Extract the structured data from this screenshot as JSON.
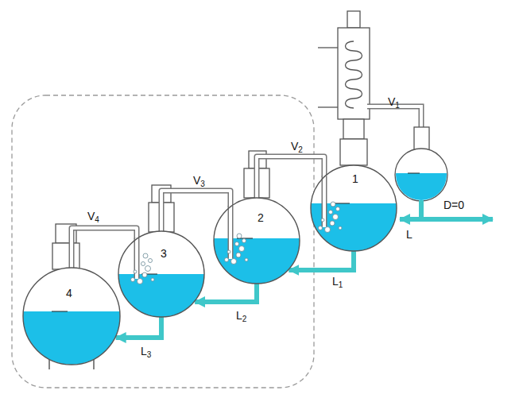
{
  "diagram": {
    "nodes": [
      {
        "text": [
          "1"
        ]
      },
      {
        "text": [
          "2"
        ]
      },
      {
        "text": [
          "3"
        ]
      },
      {
        "text": [
          "4"
        ]
      }
    ],
    "edges": [
      {
        "from": 1,
        "to": 0,
        "label": "V2",
        "arrow": "none"
      },
      {
        "from": 2,
        "to": 1,
        "label": "V3",
        "arrow": "none"
      },
      {
        "from": 3,
        "to": 2,
        "label": "V4",
        "arrow": "none"
      },
      {
        "from": 0,
        "to": 1,
        "label": "L1",
        "arrow": "to"
      },
      {
        "from": 1,
        "to": 2,
        "label": "L2",
        "arrow": "to"
      },
      {
        "from": 2,
        "to": 3,
        "label": "L3",
        "arrow": "to"
      }
    ],
    "labels": [
      "V1",
      "L",
      "D=0"
    ]
  }
}
